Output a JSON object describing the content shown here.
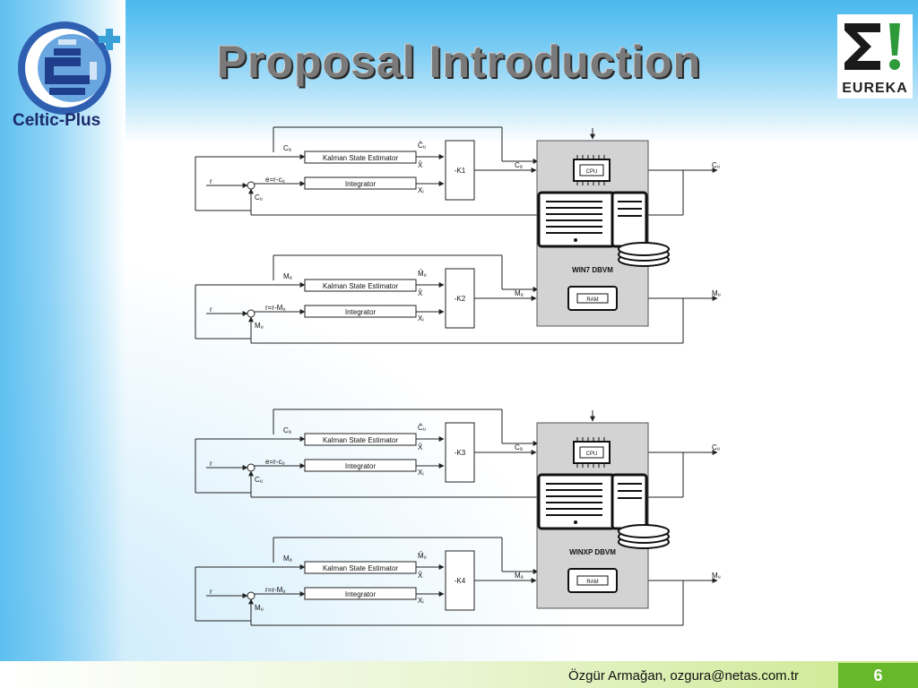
{
  "slide": {
    "title": "Proposal Introduction",
    "footer": "Özgür Armağan, ozgura@netas.com.tr",
    "page_number": "6"
  },
  "logos": {
    "left_text": "Celtic-Plus",
    "right_text": "EUREKA"
  },
  "diagram": {
    "estimator_label": "Kalman State Estimator",
    "integrator_label": "Integrator",
    "state_hat": "X̂",
    "x_i": "Xᵢ",
    "r": "r",
    "cpu": "CPU",
    "ram": "RAM",
    "vm1": "WIN7 DBVM",
    "vm2": "WINXP DBVM",
    "loops": [
      {
        "k": "-K1",
        "a": "Cₐ",
        "hat": "Ĉᵤ",
        "err": "e=r-cᵤ",
        "meas": "Cᵤ",
        "out": "Cᵤ"
      },
      {
        "k": "-K2",
        "a": "Mₐ",
        "hat": "M̂ᵤ",
        "err": "r=r-Mᵤ",
        "meas": "Mᵤ",
        "out": "Mᵤ"
      },
      {
        "k": "-K3",
        "a": "Cₐ",
        "hat": "Ĉᵤ",
        "err": "e=r-cᵤ",
        "meas": "Cᵤ",
        "out": "Cᵤ"
      },
      {
        "k": "-K4",
        "a": "Mₐ",
        "hat": "M̂ᵤ",
        "err": "r=r-Mᵤ",
        "meas": "Mᵤ",
        "out": "Mᵤ"
      }
    ]
  },
  "colors": {
    "title": "#7a7a7a",
    "vm_box": "#d3d3d3",
    "footer_accent": "#68b82c"
  }
}
